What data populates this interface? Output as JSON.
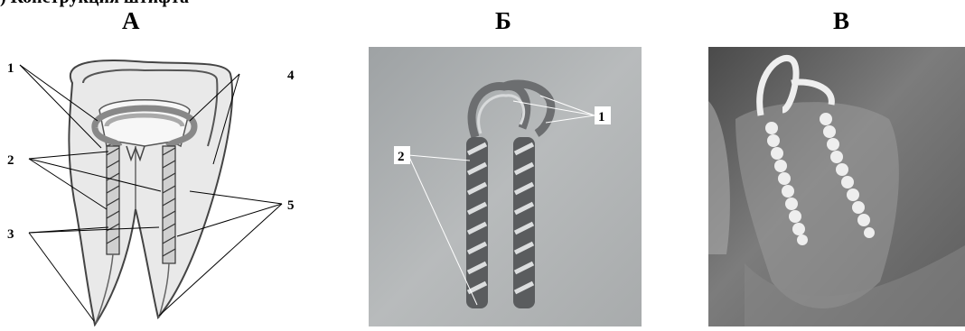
{
  "caption_fragment": ") Конструкция штифта",
  "panels": {
    "a": {
      "letter": "А",
      "callouts": [
        "1",
        "2",
        "3",
        "4",
        "5"
      ]
    },
    "b": {
      "letter": "Б",
      "callouts": [
        "1",
        "2"
      ]
    },
    "c": {
      "letter": "В"
    }
  }
}
